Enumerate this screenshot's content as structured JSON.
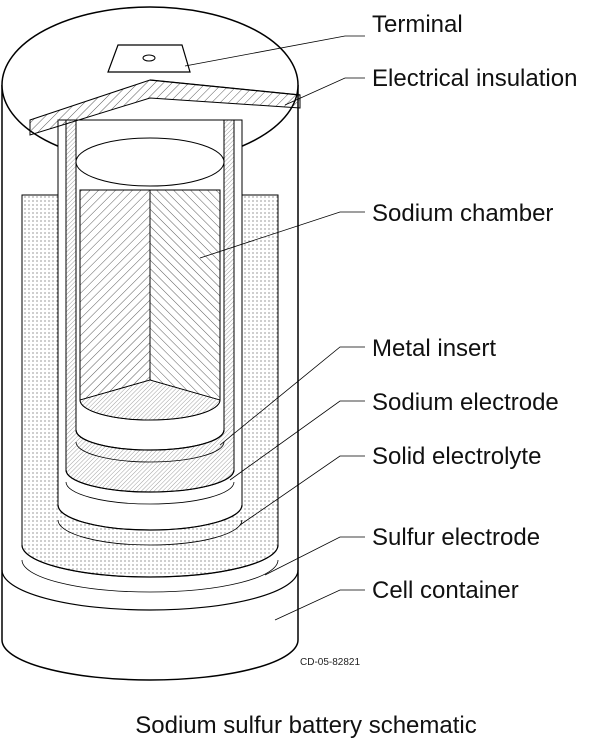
{
  "labels": {
    "terminal": "Terminal",
    "electrical_insulation": "Electrical insulation",
    "sodium_chamber": "Sodium chamber",
    "metal_insert": "Metal insert",
    "sodium_electrode": "Sodium electrode",
    "solid_electrolyte": "Solid electrolyte",
    "sulfur_electrode": "Sulfur electrode",
    "cell_container": "Cell container"
  },
  "figure_code": "CD-05-82821",
  "caption": "Sodium sulfur battery schematic"
}
